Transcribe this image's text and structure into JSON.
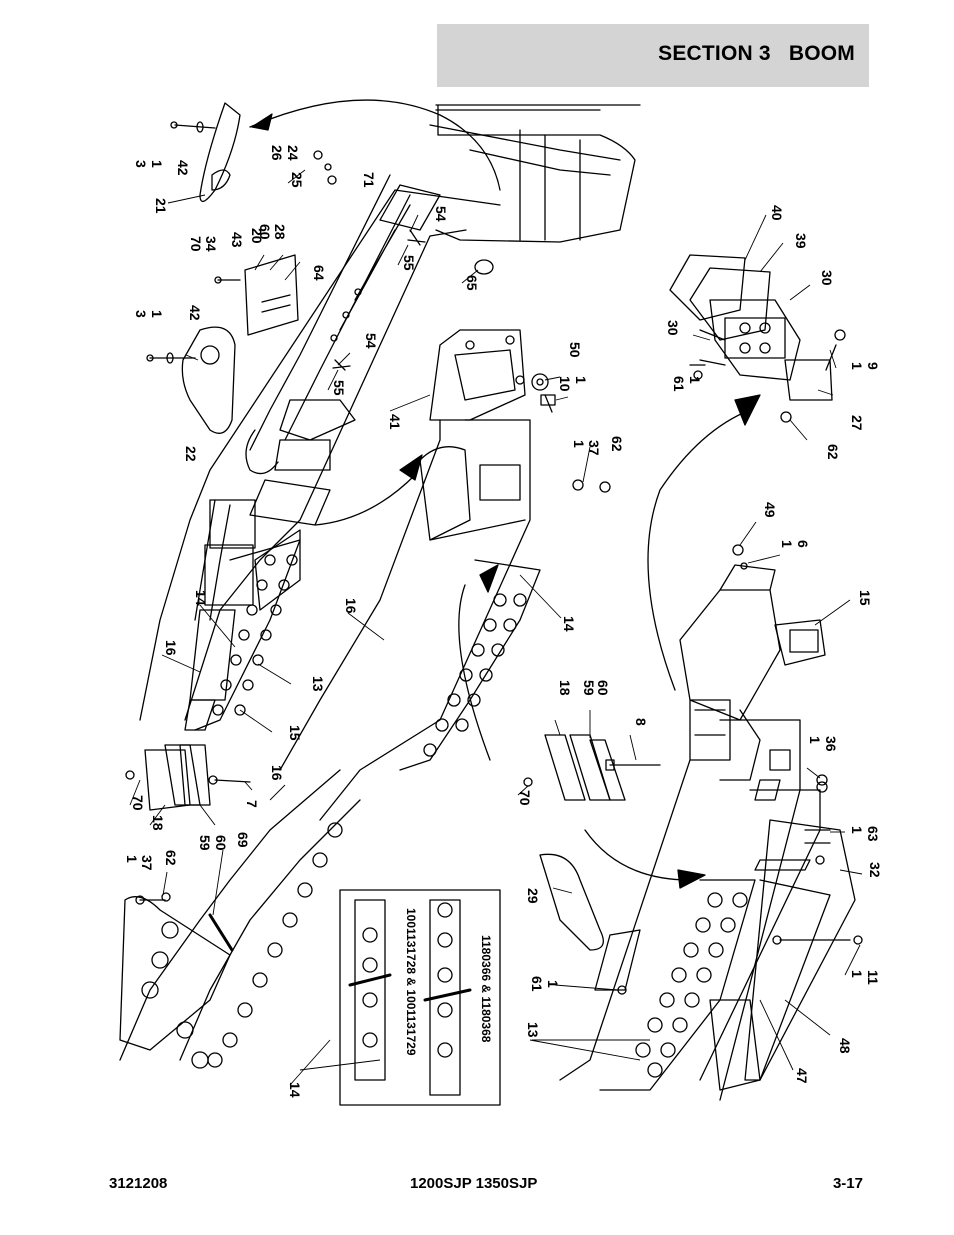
{
  "header": {
    "title": "SECTION 3   BOOM"
  },
  "footer": {
    "doc_number": "3121208",
    "models": "1200SJP 1350SJP",
    "page": "3-17"
  },
  "callouts": {
    "c1": "1",
    "c3": "3",
    "c42": "42",
    "c21": "21",
    "c24": "24",
    "c26": "26",
    "c25": "25",
    "c71": "71",
    "c34": "34",
    "c70": "70",
    "c43": "43",
    "c20": "20",
    "c28": "28",
    "c60": "60",
    "c54": "54",
    "c55": "55",
    "c65": "65",
    "c64": "64",
    "c1b": "1",
    "c3b": "3",
    "c42b": "42",
    "c22": "22",
    "c54b": "54",
    "c55b": "55",
    "c41": "41",
    "c50": "50",
    "c1c": "1",
    "c10": "10",
    "c1d": "1",
    "c37": "37",
    "c62": "62",
    "c40": "40",
    "c39": "39",
    "c30": "30",
    "c30b": "30",
    "c1e": "1",
    "c61": "61",
    "c1f": "1",
    "c9": "9",
    "c27": "27",
    "c62b": "62",
    "c49": "49",
    "c1g": "1",
    "c6": "6",
    "c15": "15",
    "c14": "14",
    "c16": "16",
    "c13": "13",
    "c15b": "15",
    "c16b": "16",
    "c14b": "14",
    "c18": "18",
    "c59": "59",
    "c60b": "60",
    "c8": "8",
    "c70b": "70",
    "c1h": "1",
    "c36": "36",
    "c1i": "1",
    "c63": "63",
    "c32": "32",
    "c70c": "70",
    "c18b": "18",
    "c59b": "59",
    "c60c": "60",
    "c7": "7",
    "c16c": "16",
    "c1j": "1",
    "c37b": "37",
    "c62c": "62",
    "c69": "69",
    "c29": "29",
    "c1k": "1",
    "c61b": "61",
    "c13b": "13",
    "c1l": "1",
    "c11": "11",
    "c48": "48",
    "c47": "47",
    "c14c": "14"
  },
  "inset": {
    "label_a": "1001131728 & 1001131729",
    "label_b": "1180366 & 1180368"
  }
}
